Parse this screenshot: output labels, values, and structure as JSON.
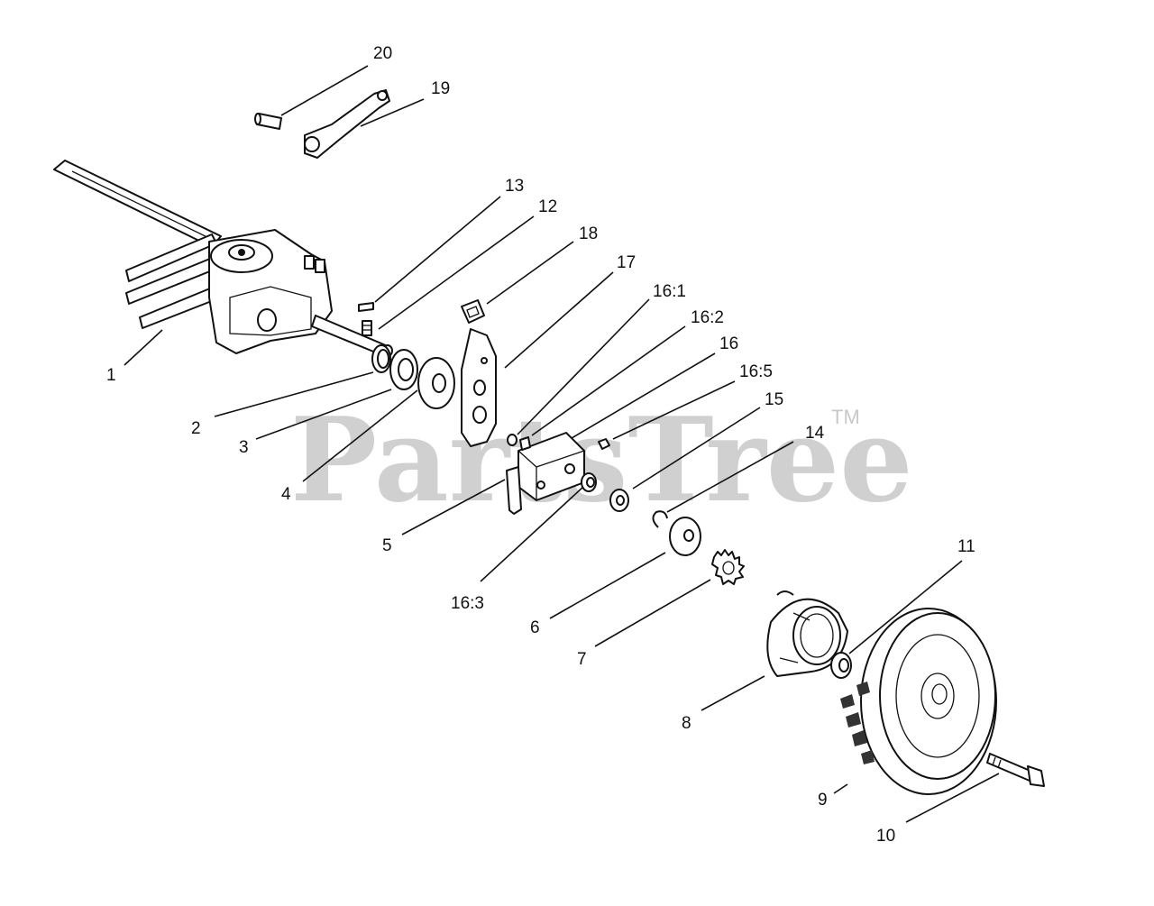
{
  "watermark": {
    "text": "PartsTree",
    "trademark": "TM"
  },
  "callouts": {
    "c1": "1",
    "c2": "2",
    "c3": "3",
    "c4": "4",
    "c5": "5",
    "c6": "6",
    "c7": "7",
    "c8": "8",
    "c9": "9",
    "c10": "10",
    "c11": "11",
    "c12": "12",
    "c13": "13",
    "c14": "14",
    "c15": "15",
    "c16": "16",
    "c16_1": "16:1",
    "c16_2": "16:2",
    "c16_3": "16:3",
    "c16_5": "16:5",
    "c17": "17",
    "c18": "18",
    "c19": "19",
    "c20": "20"
  }
}
